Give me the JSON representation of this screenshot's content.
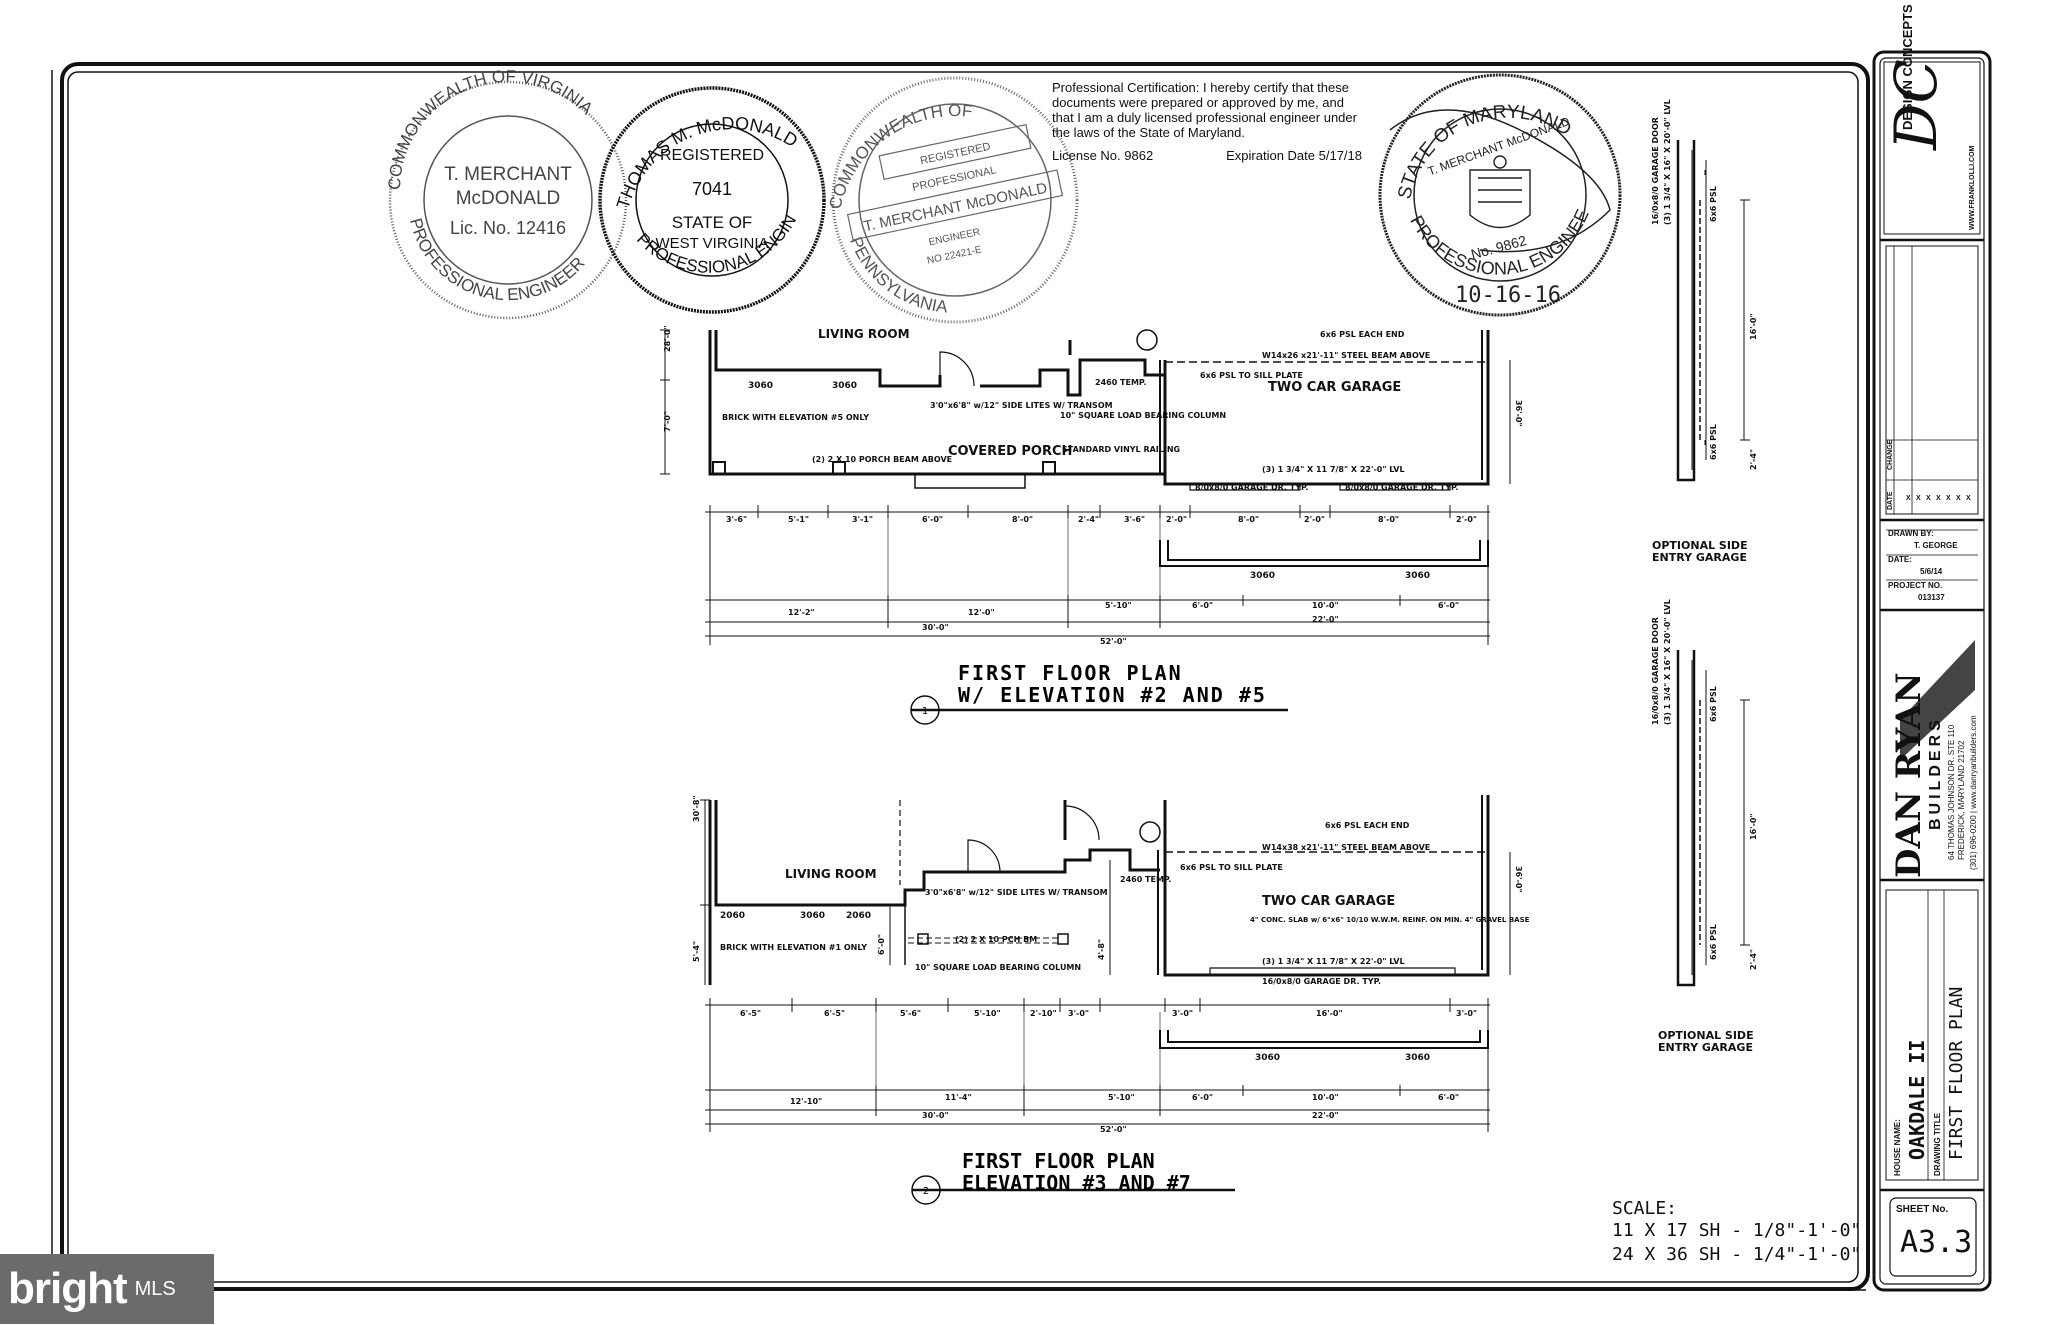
{
  "certification": {
    "text": "Professional Certification:  I hereby certify that these documents were prepared or approved by me, and that I am a duly licensed professional engineer under the laws of the State of Maryland.",
    "license": "License No. 9862",
    "expiration": "Expiration Date 5/17/18"
  },
  "seals": {
    "virginia": {
      "ring_top": "COMMONWEALTH OF VIRGINIA",
      "ring_bottom": "PROFESSIONAL ENGINEER",
      "name1": "T. MERCHANT",
      "name2": "McDONALD",
      "lic": "Lic. No. 12416"
    },
    "west_virginia": {
      "ring_top": "THOMAS M. McDONALD",
      "registered": "REGISTERED",
      "number": "7041",
      "state1": "STATE OF",
      "state2": "WEST VIRGINIA",
      "ring_bottom": "PROFESSIONAL ENGINEER"
    },
    "pennsylvania": {
      "ring_top": "COMMONWEALTH OF",
      "registered": "REGISTERED",
      "professional": "PROFESSIONAL",
      "name": "T. MERCHANT McDONALD",
      "engineer": "ENGINEER",
      "number": "NO 22421-E",
      "ring_bottom": "PENNSYLVANIA"
    },
    "maryland": {
      "ring_top": "STATE OF MARYLAND",
      "name": "T. MERCHANT McDONALD",
      "number": "No. 9862",
      "ring_bottom": "PROFESSIONAL ENGINEER",
      "date": "10-16-16"
    }
  },
  "plan1": {
    "title1": "FIRST FLOOR PLAN",
    "title2": "W/ ELEVATION #2 AND #5",
    "marker": "1",
    "labels": {
      "living": "LIVING ROOM",
      "garage": "TWO CAR GARAGE",
      "porch": "COVERED PORCH",
      "brick": "BRICK WITH ELEVATION #5 ONLY",
      "porch_beam": "(2) 2 X 10 PORCH BEAM ABOVE",
      "side_lites": "3'0\"x6'8\" w/12\" SIDE LITES W/ TRANSOM",
      "column": "10\" SQUARE LOAD BEARING COLUMN",
      "railing": "STANDARD VINYL RAILING",
      "temp": "2460 TEMP.",
      "sill": "6x6 PSL TO SILL PLATE",
      "beam": "W14x26 x21'-11\" STEEL BEAM ABOVE",
      "psl_end": "6x6 PSL EACH END",
      "lvl": "(3) 1 3/4\" X 11 7/8\" X 22'-0\" LVL",
      "garage_door1": "8/0x8/0 GARAGE DR. TYP.",
      "garage_door2": "8/0x8/0 GARAGE DR. TYP.",
      "win1": "3060",
      "win2": "3060",
      "opt_win1": "3060",
      "opt_win2": "3060",
      "depth_left1": "28'-0\"",
      "depth_left2": "7'-0\"",
      "depth_right": "36'-0\""
    },
    "dims_row1": [
      "3'-6\"",
      "5'-1\"",
      "3'-1\"",
      "6'-0\"",
      "8'-0\"",
      "2'-4\"",
      "3'-6\"",
      "2'-0\"",
      "8'-0\"",
      "2'-0\"",
      "8'-0\"",
      "2'-0\""
    ],
    "dims_row2": [
      "12'-2\"",
      "12'-0\"",
      "5'-10\"",
      "6'-0\"",
      "10'-0\"",
      "6'-0\""
    ],
    "dims_row3": [
      "30'-0\"",
      "22'-0\""
    ],
    "dims_total": "52'-0\""
  },
  "plan2": {
    "title1": "FIRST FLOOR PLAN",
    "title2": "ELEVATION #3 AND #7",
    "marker": "2",
    "labels": {
      "living": "LIVING ROOM",
      "garage": "TWO CAR GARAGE",
      "slab": "4\" CONC. SLAB w/ 6\"x6\" 10/10 W.W.M. REINF. ON MIN. 4\" GRAVEL BASE",
      "brick": "BRICK WITH ELEVATION #1 ONLY",
      "pch_bm": "(2) 2 X 10 PCH BM",
      "side_lites": "3'0\"x6'8\" w/12\" SIDE LITES W/ TRANSOM",
      "column": "10\" SQUARE LOAD BEARING COLUMN",
      "temp": "2460 TEMP.",
      "sill": "6x6 PSL TO SILL PLATE",
      "beam": "W14x38 x21'-11\" STEEL BEAM ABOVE",
      "psl_end": "6x6 PSL EACH END",
      "lvl": "(3) 1 3/4\" X 11 7/8\" X 22'-0\" LVL",
      "garage_door": "16/0x8/0 GARAGE DR. TYP.",
      "win1": "2060",
      "win2": "3060",
      "win3": "2060",
      "opt_win1": "3060",
      "opt_win2": "3060",
      "depth_left": "30'-8\"",
      "depth_left2": "5'-4\"",
      "depth_mid": "6'-0\"",
      "depth_mid2": "4'-8\"",
      "depth_right": "36'-0\""
    },
    "dims_row1": [
      "6'-5\"",
      "6'-5\"",
      "5'-6\"",
      "5'-10\"",
      "2'-10\"",
      "3'-0\"",
      "3'-0\"",
      "16'-0\"",
      "3'-0\""
    ],
    "dims_row2": [
      "12'-10\"",
      "11'-4\"",
      "5'-10\"",
      "6'-0\"",
      "10'-0\"",
      "6'-0\""
    ],
    "dims_row3": [
      "30'-0\"",
      "22'-0\""
    ],
    "dims_total": "52'-0\""
  },
  "side_entry": {
    "top": {
      "label": "OPTIONAL SIDE ENTRY GARAGE",
      "door": "16/0x8/0 GARAGE DOOR",
      "lvl": "(3) 1 3/4\" X 16\" X 20'-0\" LVL",
      "psl1": "6x6 PSL",
      "psl2": "6x6 PSL",
      "dim": "16'-0\"",
      "dim2": "2'-4\""
    },
    "bottom": {
      "label": "OPTIONAL SIDE ENTRY GARAGE",
      "door": "16/0x8/0 GARAGE DOOR",
      "lvl": "(3) 1 3/4\" X 16\" X 20'-0\" LVL",
      "psl1": "6x6 PSL",
      "psl2": "6x6 PSL",
      "dim": "16'-0\"",
      "dim2": "2'-4\""
    }
  },
  "scale": {
    "label": "SCALE:",
    "line1": "11 X 17 SH - 1/8\"-1'-0\"",
    "line2": "24 X 36 SH - 1/4\"-1'-0\""
  },
  "title_block": {
    "design_concepts": "DESIGN CONCEPTS",
    "dc_logo": "DC",
    "website": "WWW.FRANKLOLLI.COM",
    "rev_date": "DATE",
    "rev_change": "CHANGE",
    "rev_x": "X",
    "drawn_by_label": "DRAWN BY:",
    "drawn_by": "T. GEORGE",
    "date_label": "DATE:",
    "date": "5/6/14",
    "project_label": "PROJECT NO.",
    "project": "013137",
    "builder1": "DAN RYAN",
    "builder2": "BUILDERS",
    "address1": "64 THOMAS JOHNSON DR. STE 110",
    "address2": "FREDERICK, MARYLAND 21702",
    "contact": "(301) 696-0200 | www.danryanbuilders.com",
    "house_name_label": "HOUSE NAME:",
    "house_name": "OAKDALE II",
    "drawing_title_label": "DRAWING TITLE",
    "drawing_title": "FIRST FLOOR PLAN",
    "sheet_label": "SHEET No.",
    "sheet": "A3.3"
  },
  "watermark": {
    "brand": "bright",
    "suffix": "MLS"
  }
}
